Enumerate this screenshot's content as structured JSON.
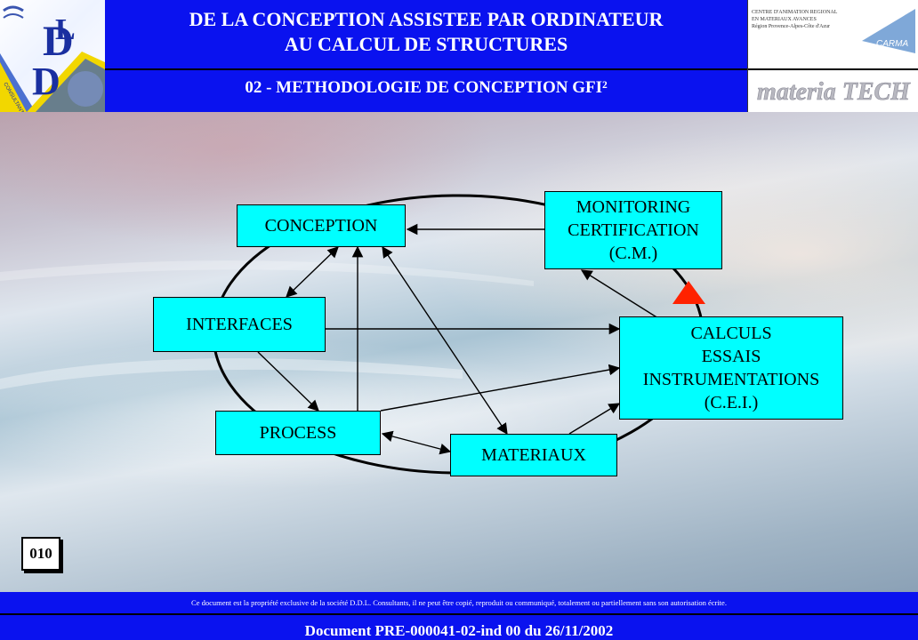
{
  "header": {
    "title_line1": "DE LA CONCEPTION ASSISTEE PAR ORDINATEUR",
    "title_line2": "AU CALCUL DE STRUCTURES",
    "subtitle": "02 - METHODOLOGIE DE CONCEPTION GFI²",
    "left_logo_text": "DDL",
    "left_logo_small": "CONSULTANTS",
    "carma_lines": [
      "CENTRE D'ANIMATION REGIONAL",
      "EN MATERIAUX AVANCES",
      "Région Provence-Alpes-Côte d'Azur"
    ],
    "carma_logo": "CARMA",
    "materiatech_logo": "materia TECH"
  },
  "diagram": {
    "nodes": {
      "conception": [
        "CONCEPTION"
      ],
      "monitoring": [
        "MONITORING",
        "CERTIFICATION",
        "(C.M.)"
      ],
      "interfaces": [
        "INTERFACES"
      ],
      "calculs": [
        "CALCULS",
        "ESSAIS",
        "INSTRUMENTATIONS",
        "(C.E.I.)"
      ],
      "process": [
        "PROCESS"
      ],
      "materiaux": [
        "MATERIAUX"
      ]
    }
  },
  "slide_number": "010",
  "footer": {
    "notice": "Ce document est la propriété exclusive de la société D.D.L. Consultants, il ne peut être copié, reproduit ou communiqué, totalement ou partiellement sans son autorisation écrite.",
    "document_ref": "Document PRE-000041-02-ind 00 du 26/11/2002"
  },
  "colors": {
    "band_blue": "#0a12ef",
    "node_cyan": "#00ffff",
    "triangle_red": "#ff2200"
  }
}
